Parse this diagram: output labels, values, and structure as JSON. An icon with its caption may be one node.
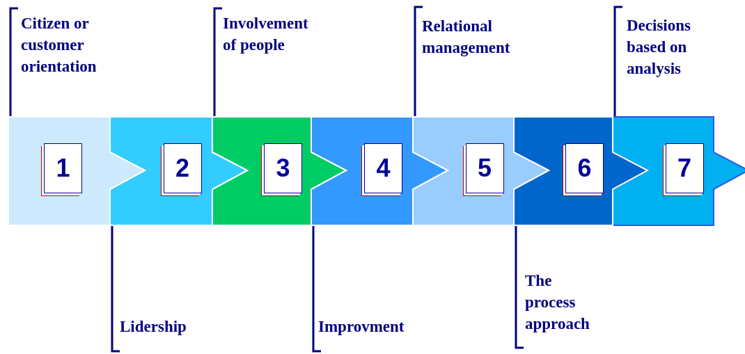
{
  "diagram": {
    "nodes": [
      {
        "text": [
          "1"
        ]
      },
      {
        "text": [
          "2"
        ]
      },
      {
        "text": [
          "3"
        ]
      },
      {
        "text": [
          "4"
        ]
      },
      {
        "text": [
          "5"
        ]
      },
      {
        "text": [
          "6"
        ]
      },
      {
        "text": [
          "7"
        ]
      },
      {
        "text": [
          "Citizen or customer orientation"
        ]
      },
      {
        "text": [
          "Lidership"
        ]
      },
      {
        "text": [
          "Involvement of people"
        ]
      },
      {
        "text": [
          "Improvment"
        ]
      },
      {
        "text": [
          "Relational management"
        ]
      },
      {
        "text": [
          "The process approach"
        ]
      },
      {
        "text": [
          "Decisions based on analysis"
        ]
      }
    ],
    "edges": [
      {
        "from": 7,
        "to": 0,
        "arrow": "none"
      },
      {
        "from": 8,
        "to": 1,
        "arrow": "none"
      },
      {
        "from": 9,
        "to": 2,
        "arrow": "none"
      },
      {
        "from": 10,
        "to": 3,
        "arrow": "none"
      },
      {
        "from": 11,
        "to": 4,
        "arrow": "none"
      },
      {
        "from": 12,
        "to": 5,
        "arrow": "none"
      },
      {
        "from": 13,
        "to": 6,
        "arrow": "none"
      }
    ]
  }
}
